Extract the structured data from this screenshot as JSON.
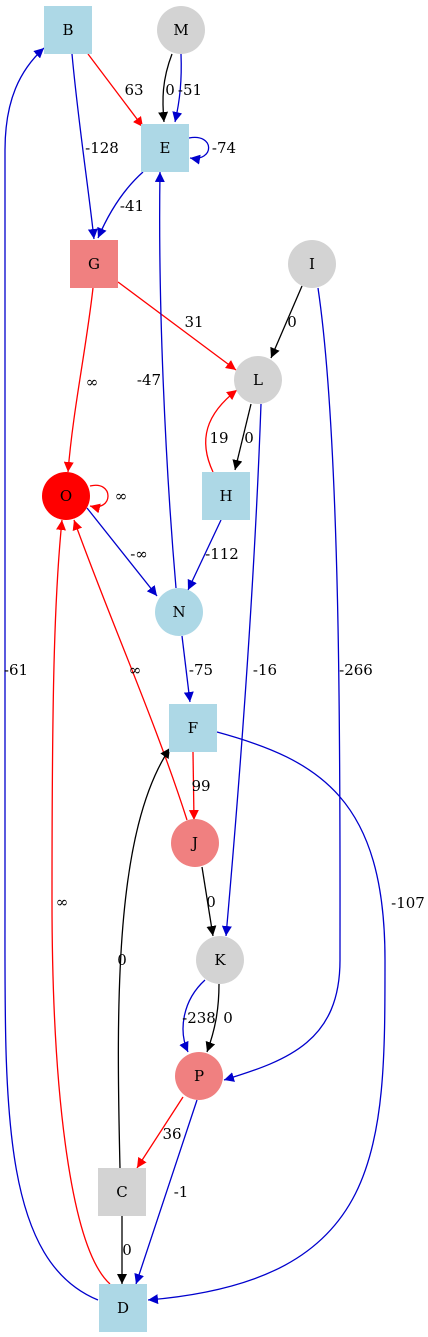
{
  "colors": {
    "black": "#000000",
    "red": "#ff0000",
    "blue": "#0000cd",
    "light_blue": "#add8e6",
    "light_gray": "#d3d3d3",
    "light_coral": "#f08080",
    "red_fill": "#ff0000"
  },
  "nodes": [
    {
      "id": "B",
      "label": "B",
      "shape": "box",
      "fill": "light_blue"
    },
    {
      "id": "M",
      "label": "M",
      "shape": "circle",
      "fill": "light_gray"
    },
    {
      "id": "E",
      "label": "E",
      "shape": "box",
      "fill": "light_blue"
    },
    {
      "id": "G",
      "label": "G",
      "shape": "box",
      "fill": "light_coral"
    },
    {
      "id": "I",
      "label": "I",
      "shape": "circle",
      "fill": "light_gray"
    },
    {
      "id": "L",
      "label": "L",
      "shape": "circle",
      "fill": "light_gray"
    },
    {
      "id": "O",
      "label": "O",
      "shape": "circle",
      "fill": "red_fill"
    },
    {
      "id": "H",
      "label": "H",
      "shape": "box",
      "fill": "light_blue"
    },
    {
      "id": "N",
      "label": "N",
      "shape": "circle",
      "fill": "light_blue"
    },
    {
      "id": "F",
      "label": "F",
      "shape": "box",
      "fill": "light_blue"
    },
    {
      "id": "J",
      "label": "J",
      "shape": "circle",
      "fill": "light_coral"
    },
    {
      "id": "K",
      "label": "K",
      "shape": "circle",
      "fill": "light_gray"
    },
    {
      "id": "P",
      "label": "P",
      "shape": "circle",
      "fill": "light_coral"
    },
    {
      "id": "C",
      "label": "C",
      "shape": "box",
      "fill": "light_gray"
    },
    {
      "id": "D",
      "label": "D",
      "shape": "box",
      "fill": "light_blue"
    }
  ],
  "edges": [
    {
      "id": "B-E",
      "from": "B",
      "to": "E",
      "label": "63",
      "color": "red"
    },
    {
      "id": "M-E-black",
      "from": "M",
      "to": "E",
      "label": "0",
      "color": "black"
    },
    {
      "id": "M-E-blue",
      "from": "M",
      "to": "E",
      "label": "-51",
      "color": "blue"
    },
    {
      "id": "E-E",
      "from": "E",
      "to": "E",
      "label": "-74",
      "color": "blue"
    },
    {
      "id": "B-G",
      "from": "B",
      "to": "G",
      "label": "-128",
      "color": "blue"
    },
    {
      "id": "E-G",
      "from": "E",
      "to": "G",
      "label": "-41",
      "color": "blue"
    },
    {
      "id": "G-L",
      "from": "G",
      "to": "L",
      "label": "31",
      "color": "red"
    },
    {
      "id": "I-L",
      "from": "I",
      "to": "L",
      "label": "0",
      "color": "black"
    },
    {
      "id": "G-O",
      "from": "G",
      "to": "O",
      "label": "∞",
      "color": "red"
    },
    {
      "id": "N-E",
      "from": "N",
      "to": "E",
      "label": "-47",
      "color": "blue"
    },
    {
      "id": "H-L",
      "from": "H",
      "to": "L",
      "label": "19",
      "color": "red"
    },
    {
      "id": "L-H",
      "from": "L",
      "to": "H",
      "label": "0",
      "color": "black"
    },
    {
      "id": "O-O",
      "from": "O",
      "to": "O",
      "label": "∞",
      "color": "red"
    },
    {
      "id": "O-N",
      "from": "O",
      "to": "N",
      "label": "-∞",
      "color": "blue"
    },
    {
      "id": "H-N",
      "from": "H",
      "to": "N",
      "label": "-112",
      "color": "blue"
    },
    {
      "id": "N-F",
      "from": "N",
      "to": "F",
      "label": "-75",
      "color": "blue"
    },
    {
      "id": "L-K",
      "from": "L",
      "to": "K",
      "label": "-16",
      "color": "blue"
    },
    {
      "id": "I-P",
      "from": "I",
      "to": "P",
      "label": "-266",
      "color": "blue"
    },
    {
      "id": "J-O",
      "from": "J",
      "to": "O",
      "label": "∞",
      "color": "red"
    },
    {
      "id": "F-J",
      "from": "F",
      "to": "J",
      "label": "99",
      "color": "red"
    },
    {
      "id": "D-B",
      "from": "D",
      "to": "B",
      "label": "-61",
      "color": "blue"
    },
    {
      "id": "F-D",
      "from": "F",
      "to": "D",
      "label": "-107",
      "color": "blue"
    },
    {
      "id": "J-K",
      "from": "J",
      "to": "K",
      "label": "0",
      "color": "black"
    },
    {
      "id": "C-F",
      "from": "C",
      "to": "F",
      "label": "0",
      "color": "black"
    },
    {
      "id": "D-O",
      "from": "D",
      "to": "O",
      "label": "∞",
      "color": "red"
    },
    {
      "id": "K-P-blue",
      "from": "K",
      "to": "P",
      "label": "-238",
      "color": "blue"
    },
    {
      "id": "K-P-black",
      "from": "K",
      "to": "P",
      "label": "0",
      "color": "black"
    },
    {
      "id": "P-C",
      "from": "P",
      "to": "C",
      "label": "36",
      "color": "red"
    },
    {
      "id": "P-D",
      "from": "P",
      "to": "D",
      "label": "-1",
      "color": "blue"
    },
    {
      "id": "C-D",
      "from": "C",
      "to": "D",
      "label": "0",
      "color": "black"
    }
  ]
}
